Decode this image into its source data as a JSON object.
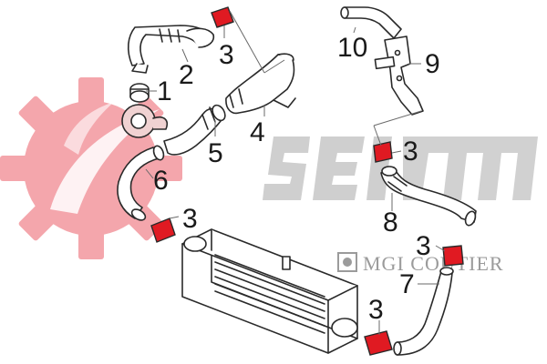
{
  "watermark": {
    "logo_text": "SEIM",
    "brand_text": "MGI COUTIER",
    "gear_color": "#f4a6ac",
    "logo_color": "#cfcfcf",
    "brand_color": "#9b9b9b"
  },
  "colors": {
    "line": "#2a2a2a",
    "part_fill": "#ffffff",
    "clamp_red": "#e01a22"
  },
  "callouts": [
    {
      "id": "1",
      "label": "1"
    },
    {
      "id": "2",
      "label": "2"
    },
    {
      "id": "3",
      "label": "3"
    },
    {
      "id": "4",
      "label": "4"
    },
    {
      "id": "5",
      "label": "5"
    },
    {
      "id": "6",
      "label": "6"
    },
    {
      "id": "7",
      "label": "7"
    },
    {
      "id": "8",
      "label": "8"
    },
    {
      "id": "9",
      "label": "9"
    },
    {
      "id": "10",
      "label": "10"
    }
  ]
}
